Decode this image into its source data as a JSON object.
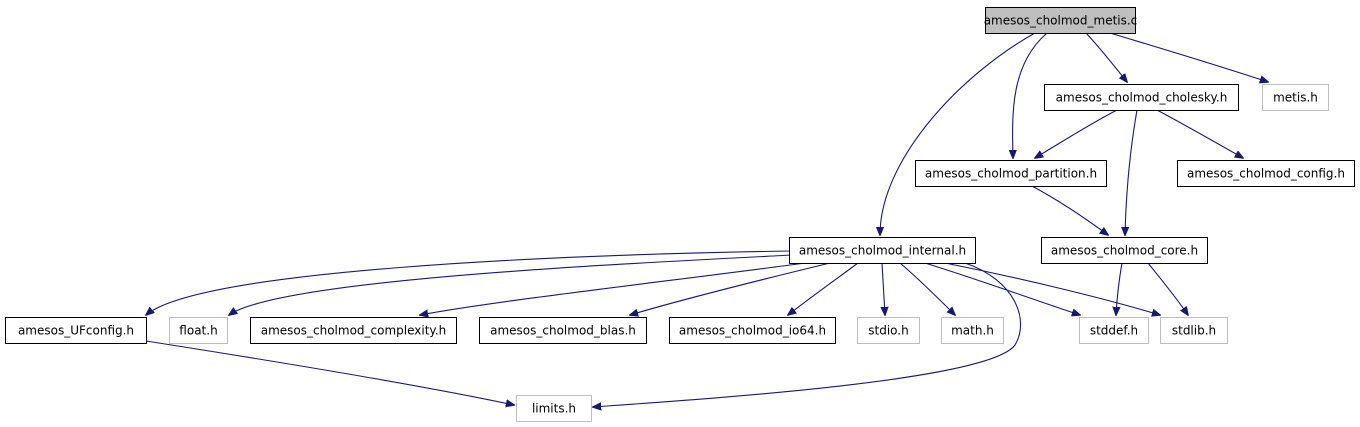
{
  "diagram": {
    "colors": {
      "edge": "#191970",
      "root_fill": "#bfbfbf",
      "local_border": "#000000",
      "external_border": "#bfbfbf",
      "background": "#ffffff"
    },
    "nodes": {
      "metis_c": {
        "label": "amesos_cholmod_metis.c",
        "kind": "root"
      },
      "cholesky_h": {
        "label": "amesos_cholmod_cholesky.h",
        "kind": "local"
      },
      "metis_h": {
        "label": "metis.h",
        "kind": "external"
      },
      "partition_h": {
        "label": "amesos_cholmod_partition.h",
        "kind": "local"
      },
      "config_h": {
        "label": "amesos_cholmod_config.h",
        "kind": "local"
      },
      "internal_h": {
        "label": "amesos_cholmod_internal.h",
        "kind": "local"
      },
      "core_h": {
        "label": "amesos_cholmod_core.h",
        "kind": "local"
      },
      "ufconfig_h": {
        "label": "amesos_UFconfig.h",
        "kind": "local"
      },
      "float_h": {
        "label": "float.h",
        "kind": "external"
      },
      "complexity_h": {
        "label": "amesos_cholmod_complexity.h",
        "kind": "local"
      },
      "blas_h": {
        "label": "amesos_cholmod_blas.h",
        "kind": "local"
      },
      "io64_h": {
        "label": "amesos_cholmod_io64.h",
        "kind": "local"
      },
      "stdio_h": {
        "label": "stdio.h",
        "kind": "external"
      },
      "math_h": {
        "label": "math.h",
        "kind": "external"
      },
      "stddef_h": {
        "label": "stddef.h",
        "kind": "external"
      },
      "stdlib_h": {
        "label": "stdlib.h",
        "kind": "external"
      },
      "limits_h": {
        "label": "limits.h",
        "kind": "external"
      }
    },
    "edges": [
      {
        "from": "metis_c",
        "to": "cholesky_h"
      },
      {
        "from": "metis_c",
        "to": "metis_h"
      },
      {
        "from": "metis_c",
        "to": "partition_h"
      },
      {
        "from": "metis_c",
        "to": "internal_h"
      },
      {
        "from": "cholesky_h",
        "to": "partition_h"
      },
      {
        "from": "cholesky_h",
        "to": "config_h"
      },
      {
        "from": "cholesky_h",
        "to": "core_h"
      },
      {
        "from": "partition_h",
        "to": "core_h"
      },
      {
        "from": "internal_h",
        "to": "ufconfig_h"
      },
      {
        "from": "internal_h",
        "to": "float_h"
      },
      {
        "from": "internal_h",
        "to": "complexity_h"
      },
      {
        "from": "internal_h",
        "to": "blas_h"
      },
      {
        "from": "internal_h",
        "to": "io64_h"
      },
      {
        "from": "internal_h",
        "to": "stdio_h"
      },
      {
        "from": "internal_h",
        "to": "math_h"
      },
      {
        "from": "internal_h",
        "to": "stddef_h"
      },
      {
        "from": "internal_h",
        "to": "stdlib_h"
      },
      {
        "from": "internal_h",
        "to": "limits_h"
      },
      {
        "from": "core_h",
        "to": "stddef_h"
      },
      {
        "from": "core_h",
        "to": "stdlib_h"
      },
      {
        "from": "ufconfig_h",
        "to": "limits_h"
      }
    ]
  }
}
